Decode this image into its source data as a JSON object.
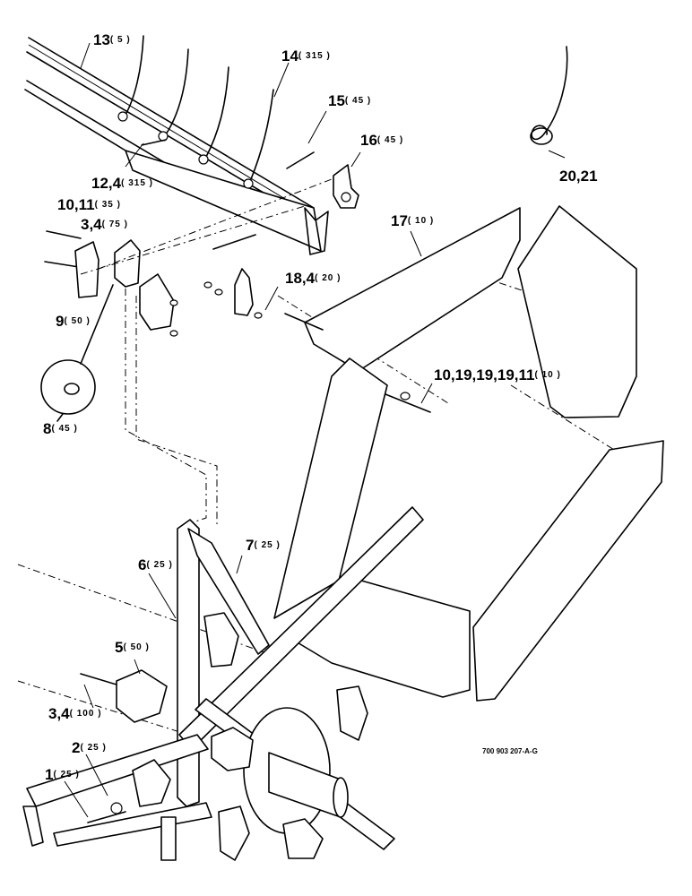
{
  "callouts": [
    {
      "id": "c13",
      "number": "13",
      "qty": "( 5 )"
    },
    {
      "id": "c14",
      "number": "14",
      "qty": "( 315 )"
    },
    {
      "id": "c15",
      "number": "15",
      "qty": "( 45 )"
    },
    {
      "id": "c16",
      "number": "16",
      "qty": "( 45 )"
    },
    {
      "id": "c12",
      "number": "12,4",
      "qty": "( 315 )"
    },
    {
      "id": "c20",
      "number": "20,21",
      "qty": ""
    },
    {
      "id": "c17",
      "number": "17",
      "qty": "( 10 )"
    },
    {
      "id": "c10a",
      "number": "10,11",
      "qty": "( 35 )"
    },
    {
      "id": "c34a",
      "number": "3,4",
      "qty": "( 75 )"
    },
    {
      "id": "c18",
      "number": "18,4",
      "qty": "( 20 )"
    },
    {
      "id": "c9",
      "number": "9",
      "qty": "( 50 )"
    },
    {
      "id": "c10b",
      "number": "10,19,19,19,11",
      "qty": "( 10 )"
    },
    {
      "id": "c8",
      "number": "8",
      "qty": "( 45 )"
    },
    {
      "id": "c7",
      "number": "7",
      "qty": "( 25 )"
    },
    {
      "id": "c6",
      "number": "6",
      "qty": "( 25 )"
    },
    {
      "id": "c5",
      "number": "5",
      "qty": "( 50 )"
    },
    {
      "id": "c34b",
      "number": "3,4",
      "qty": "( 100 )"
    },
    {
      "id": "c2",
      "number": "2",
      "qty": "( 25 )"
    },
    {
      "id": "c1",
      "number": "1",
      "qty": "( 25 )"
    }
  ],
  "drawing_code": "700 903 207-A-G"
}
